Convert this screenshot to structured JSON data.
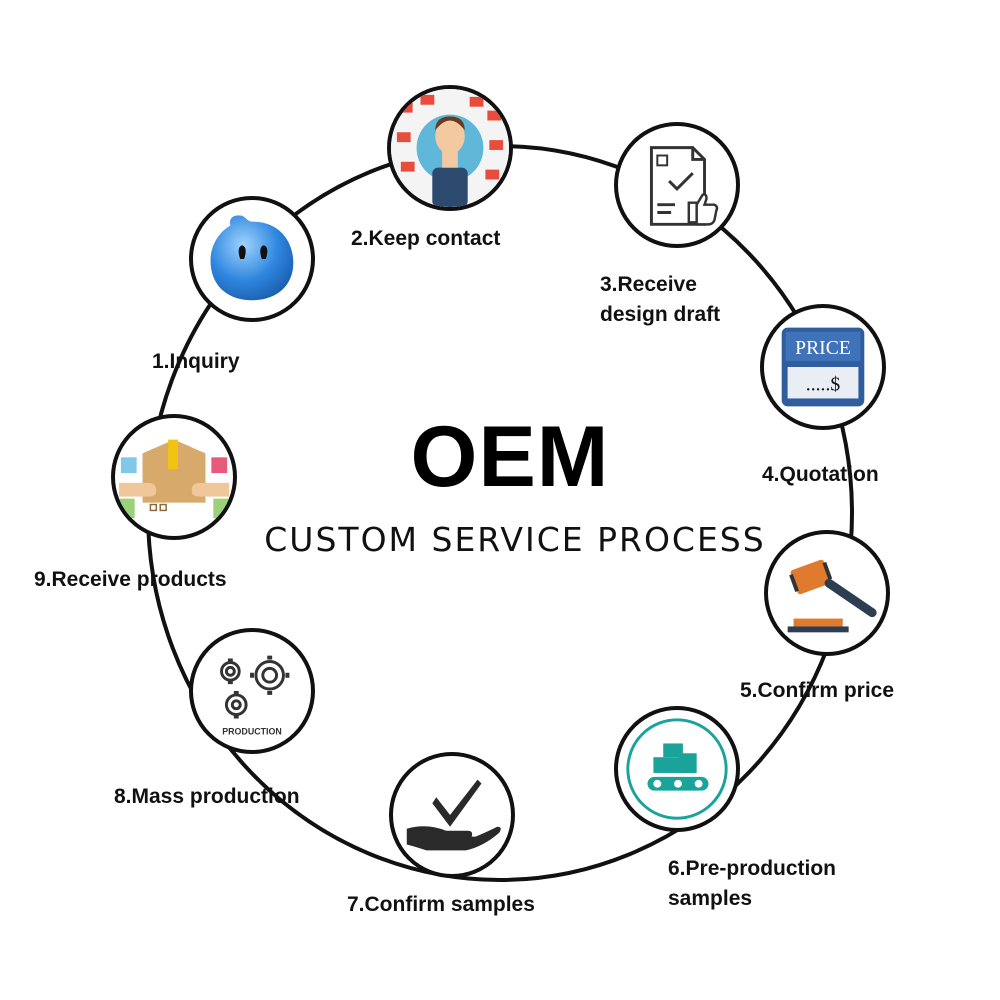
{
  "diagram": {
    "title": "OEM",
    "subtitle": "CUSTOM SERVICE PROCESS",
    "steps": [
      {
        "label": "1.Inquiry",
        "icon": "chat-bubble-icon"
      },
      {
        "label": "2.Keep contact",
        "icon": "man-with-mail-icon"
      },
      {
        "label_line1": "3.Receive",
        "label_line2": "design draft",
        "icon": "document-thumbs-up-icon"
      },
      {
        "label": "4.Quotation",
        "icon": "price-tag-icon",
        "icon_text_top": "PRICE",
        "icon_text_bottom": ".....$"
      },
      {
        "label": "5.Confirm price",
        "icon": "gavel-icon"
      },
      {
        "label_line1": "6.Pre-production",
        "label_line2": "samples",
        "icon": "conveyor-icon"
      },
      {
        "label": "7.Confirm samples",
        "icon": "hand-check-icon"
      },
      {
        "label": "8.Mass production",
        "icon": "gears-icon",
        "icon_text": "PRODUCTION"
      },
      {
        "label": "9.Receive products",
        "icon": "box-hands-icon"
      }
    ],
    "colors": {
      "outline": "#111111",
      "chat_blue": "#2e86de",
      "price_blue": "#2f5d9e",
      "gavel_orange": "#e07a2e",
      "conveyor_teal": "#1aa39a",
      "box_tan": "#d7a96a"
    }
  }
}
